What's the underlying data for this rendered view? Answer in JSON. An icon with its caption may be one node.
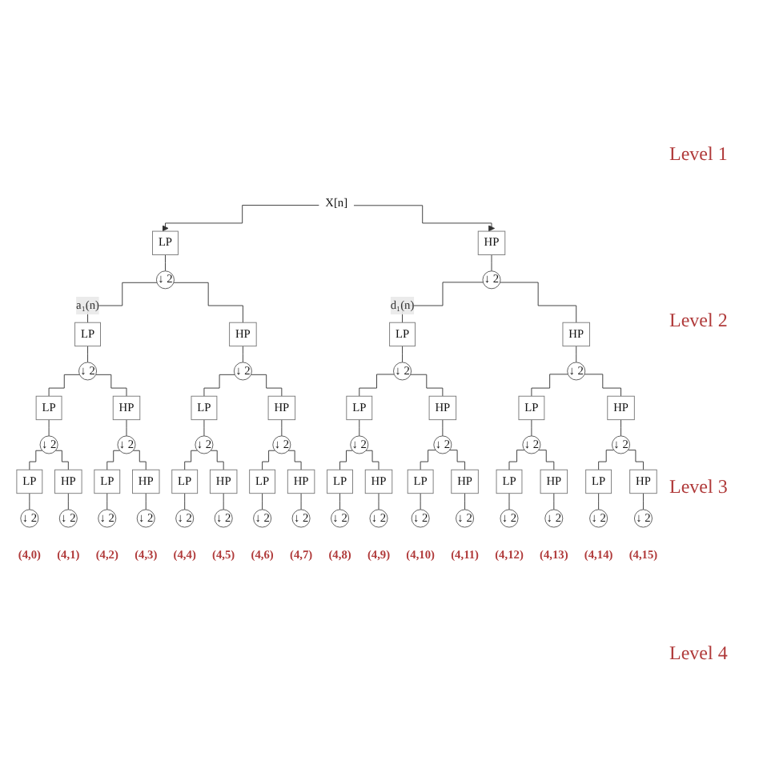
{
  "diagram": {
    "nodes": [
      {
        "text": [
          "X[n]"
        ]
      },
      {
        "text": [
          "LP"
        ]
      },
      {
        "text": [
          "HP"
        ]
      },
      {
        "text": [
          "↓ 2"
        ]
      },
      {
        "text": [
          "↓ 2"
        ]
      },
      {
        "text": [
          "LP"
        ]
      },
      {
        "text": [
          "HP"
        ]
      },
      {
        "text": [
          "LP"
        ]
      },
      {
        "text": [
          "HP"
        ]
      },
      {
        "text": [
          "↓ 2"
        ]
      },
      {
        "text": [
          "↓ 2"
        ]
      },
      {
        "text": [
          "↓ 2"
        ]
      },
      {
        "text": [
          "↓ 2"
        ]
      },
      {
        "text": [
          "LP"
        ]
      },
      {
        "text": [
          "HP"
        ]
      },
      {
        "text": [
          "LP"
        ]
      },
      {
        "text": [
          "HP"
        ]
      },
      {
        "text": [
          "LP"
        ]
      },
      {
        "text": [
          "HP"
        ]
      },
      {
        "text": [
          "LP"
        ]
      },
      {
        "text": [
          "HP"
        ]
      },
      {
        "text": [
          "↓ 2"
        ]
      },
      {
        "text": [
          "↓ 2"
        ]
      },
      {
        "text": [
          "↓ 2"
        ]
      },
      {
        "text": [
          "↓ 2"
        ]
      },
      {
        "text": [
          "↓ 2"
        ]
      },
      {
        "text": [
          "↓ 2"
        ]
      },
      {
        "text": [
          "↓ 2"
        ]
      },
      {
        "text": [
          "↓ 2"
        ]
      },
      {
        "text": [
          "LP"
        ]
      },
      {
        "text": [
          "HP"
        ]
      },
      {
        "text": [
          "LP"
        ]
      },
      {
        "text": [
          "HP"
        ]
      },
      {
        "text": [
          "LP"
        ]
      },
      {
        "text": [
          "HP"
        ]
      },
      {
        "text": [
          "LP"
        ]
      },
      {
        "text": [
          "HP"
        ]
      },
      {
        "text": [
          "LP"
        ]
      },
      {
        "text": [
          "HP"
        ]
      },
      {
        "text": [
          "LP"
        ]
      },
      {
        "text": [
          "HP"
        ]
      },
      {
        "text": [
          "LP"
        ]
      },
      {
        "text": [
          "HP"
        ]
      },
      {
        "text": [
          "LP"
        ]
      },
      {
        "text": [
          "HP"
        ]
      },
      {
        "text": [
          "↓ 2"
        ],
        "beside": [
          "(4,0)"
        ]
      },
      {
        "text": [
          "↓ 2"
        ],
        "beside": [
          "(4,1)"
        ]
      },
      {
        "text": [
          "↓ 2"
        ],
        "beside": [
          "(4,2)"
        ]
      },
      {
        "text": [
          "↓ 2"
        ],
        "beside": [
          "(4,3)"
        ]
      },
      {
        "text": [
          "↓ 2"
        ],
        "beside": [
          "(4,4)"
        ]
      },
      {
        "text": [
          "↓ 2"
        ],
        "beside": [
          "(4,5)"
        ]
      },
      {
        "text": [
          "↓ 2"
        ],
        "beside": [
          "(4,6)"
        ]
      },
      {
        "text": [
          "↓ 2"
        ],
        "beside": [
          "(4,7)"
        ]
      },
      {
        "text": [
          "↓ 2"
        ],
        "beside": [
          "(4,8)"
        ]
      },
      {
        "text": [
          "↓ 2"
        ],
        "beside": [
          "(4,9)"
        ]
      },
      {
        "text": [
          "↓ 2"
        ],
        "beside": [
          "(4,10)"
        ]
      },
      {
        "text": [
          "↓ 2"
        ],
        "beside": [
          "(4,11)"
        ]
      },
      {
        "text": [
          "↓ 2"
        ],
        "beside": [
          "(4,12)"
        ]
      },
      {
        "text": [
          "↓ 2"
        ],
        "beside": [
          "(4,13)"
        ]
      },
      {
        "text": [
          "↓ 2"
        ],
        "beside": [
          "(4,14)"
        ]
      },
      {
        "text": [
          "↓ 2"
        ],
        "beside": [
          "(4,15)"
        ]
      }
    ],
    "edges": [
      {
        "from": 0,
        "to": 1,
        "arrow": "to"
      },
      {
        "from": 0,
        "to": 2,
        "arrow": "to"
      },
      {
        "from": 1,
        "to": 3,
        "arrow": "none"
      },
      {
        "from": 2,
        "to": 4,
        "arrow": "none"
      },
      {
        "from": 3,
        "to": 5,
        "arrow": "none",
        "label": "a₁(n)"
      },
      {
        "from": 3,
        "to": 6,
        "arrow": "none"
      },
      {
        "from": 4,
        "to": 7,
        "arrow": "none",
        "label": "d₁(n)"
      },
      {
        "from": 4,
        "to": 8,
        "arrow": "none"
      },
      {
        "from": 5,
        "to": 9,
        "arrow": "none"
      },
      {
        "from": 6,
        "to": 10,
        "arrow": "none"
      },
      {
        "from": 7,
        "to": 11,
        "arrow": "none"
      },
      {
        "from": 8,
        "to": 12,
        "arrow": "none"
      },
      {
        "from": 9,
        "to": 13,
        "arrow": "none"
      },
      {
        "from": 9,
        "to": 14,
        "arrow": "none"
      },
      {
        "from": 10,
        "to": 15,
        "arrow": "none"
      },
      {
        "from": 10,
        "to": 16,
        "arrow": "none"
      },
      {
        "from": 11,
        "to": 17,
        "arrow": "none"
      },
      {
        "from": 11,
        "to": 18,
        "arrow": "none"
      },
      {
        "from": 12,
        "to": 19,
        "arrow": "none"
      },
      {
        "from": 12,
        "to": 20,
        "arrow": "none"
      },
      {
        "from": 13,
        "to": 21,
        "arrow": "none"
      },
      {
        "from": 14,
        "to": 22,
        "arrow": "none"
      },
      {
        "from": 15,
        "to": 23,
        "arrow": "none"
      },
      {
        "from": 16,
        "to": 24,
        "arrow": "none"
      },
      {
        "from": 17,
        "to": 25,
        "arrow": "none"
      },
      {
        "from": 18,
        "to": 26,
        "arrow": "none"
      },
      {
        "from": 19,
        "to": 27,
        "arrow": "none"
      },
      {
        "from": 20,
        "to": 28,
        "arrow": "none"
      },
      {
        "from": 21,
        "to": 29,
        "arrow": "none"
      },
      {
        "from": 21,
        "to": 30,
        "arrow": "none"
      },
      {
        "from": 22,
        "to": 31,
        "arrow": "none"
      },
      {
        "from": 22,
        "to": 32,
        "arrow": "none"
      },
      {
        "from": 23,
        "to": 33,
        "arrow": "none"
      },
      {
        "from": 23,
        "to": 34,
        "arrow": "none"
      },
      {
        "from": 24,
        "to": 35,
        "arrow": "none"
      },
      {
        "from": 24,
        "to": 36,
        "arrow": "none"
      },
      {
        "from": 25,
        "to": 37,
        "arrow": "none"
      },
      {
        "from": 25,
        "to": 38,
        "arrow": "none"
      },
      {
        "from": 26,
        "to": 39,
        "arrow": "none"
      },
      {
        "from": 26,
        "to": 40,
        "arrow": "none"
      },
      {
        "from": 27,
        "to": 41,
        "arrow": "none"
      },
      {
        "from": 27,
        "to": 42,
        "arrow": "none"
      },
      {
        "from": 28,
        "to": 43,
        "arrow": "none"
      },
      {
        "from": 28,
        "to": 44,
        "arrow": "none"
      },
      {
        "from": 29,
        "to": 45,
        "arrow": "none"
      },
      {
        "from": 30,
        "to": 46,
        "arrow": "none"
      },
      {
        "from": 31,
        "to": 47,
        "arrow": "none"
      },
      {
        "from": 32,
        "to": 48,
        "arrow": "none"
      },
      {
        "from": 33,
        "to": 49,
        "arrow": "none"
      },
      {
        "from": 34,
        "to": 50,
        "arrow": "none"
      },
      {
        "from": 35,
        "to": 51,
        "arrow": "none"
      },
      {
        "from": 36,
        "to": 52,
        "arrow": "none"
      },
      {
        "from": 37,
        "to": 53,
        "arrow": "none"
      },
      {
        "from": 38,
        "to": 54,
        "arrow": "none"
      },
      {
        "from": 39,
        "to": 55,
        "arrow": "none"
      },
      {
        "from": 40,
        "to": 56,
        "arrow": "none"
      },
      {
        "from": 41,
        "to": 57,
        "arrow": "none"
      },
      {
        "from": 42,
        "to": 58,
        "arrow": "none"
      },
      {
        "from": 43,
        "to": 59,
        "arrow": "none"
      },
      {
        "from": 44,
        "to": 60,
        "arrow": "none"
      }
    ],
    "labels": [
      "Level 1",
      "Level 2",
      "Level 3",
      "Level 4"
    ]
  }
}
